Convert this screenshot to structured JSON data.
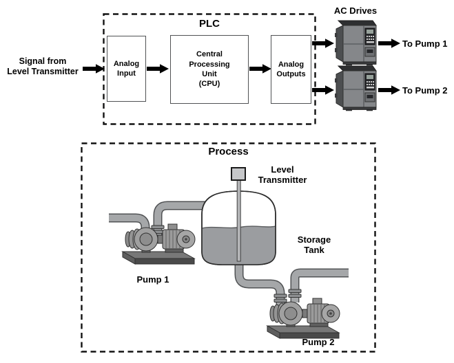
{
  "plc_section": {
    "signal_label": "Signal from\nLevel Transmitter",
    "box_label": "PLC",
    "analog_input_label": "Analog\nInput",
    "cpu_label": "Central\nProcessing\nUnit\n(CPU)",
    "analog_outputs_label": "Analog\nOutputs",
    "ac_drives_label": "AC Drives",
    "to_pump1_label": "To Pump 1",
    "to_pump2_label": "To Pump 2"
  },
  "process_section": {
    "box_label": "Process",
    "level_transmitter_label": "Level\nTransmitter",
    "storage_tank_label": "Storage\nTank",
    "pump1_label": "Pump 1",
    "pump2_label": "Pump 2"
  },
  "colors": {
    "arrow": "#000000",
    "pipe": "#a5a7a9",
    "pipe-outline": "#4f5153",
    "liquid": "#9b9da0",
    "drive-front": "#85878a",
    "drive-side": "#4c4e50",
    "drive-top": "#2e2f31",
    "transmitter-fill": "#c6c7c9"
  }
}
